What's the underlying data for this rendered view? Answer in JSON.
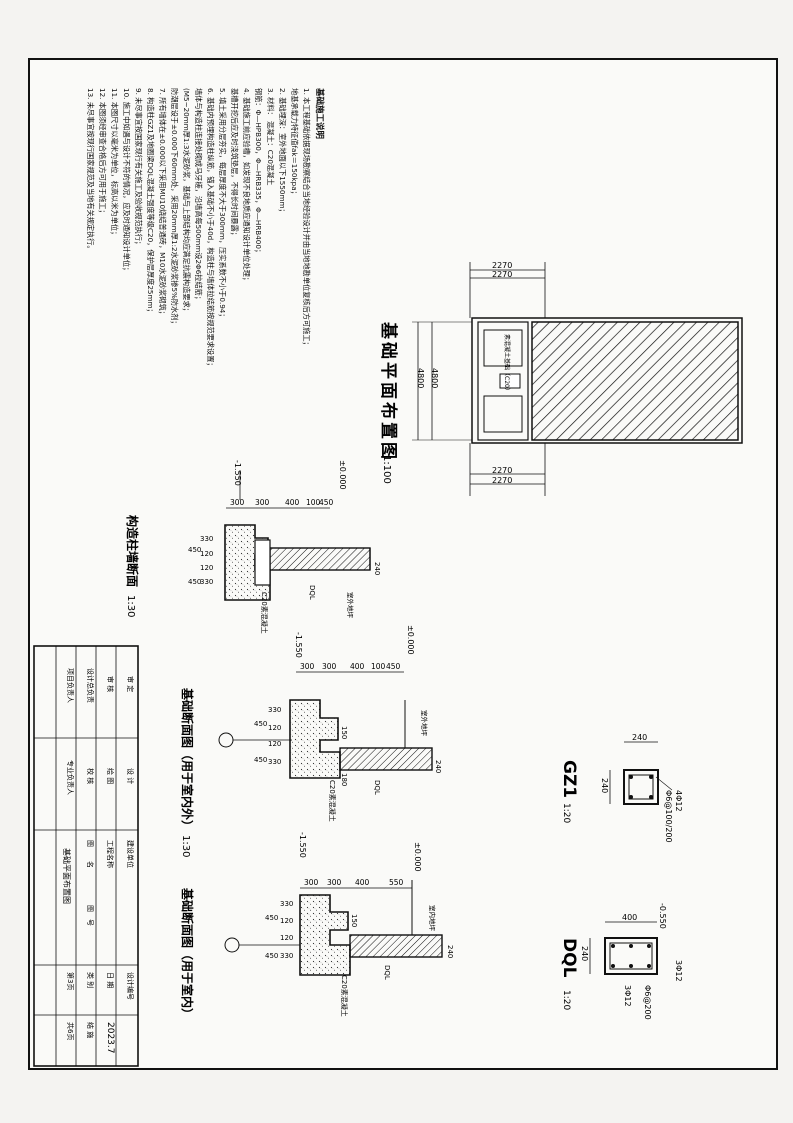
{
  "notes": {
    "title": "基础施工说明",
    "lines": [
      "1.  本工程基础依据现场勘察结合当地经验设计并由当地地勘单位复核后方可施工；",
      "    地基承载力特征值fak＝150kpa；",
      "2.  基础埋深：室外地面以下1550mm；",
      "3.  材料：  混凝土：C20混凝土",
      "           钢筋：Φ—HPB300，Φ—HRB335，Φ—HRB400；",
      "4. 基础施工前应验槽，如发现不良地质应通知设计单位处理；",
      "   基槽开挖后应及时浇筑垫层，不得长时间暴露；",
      "5. 填土采用分层夯实，每层厚度不大于300mm，压实系数不小于0.94；",
      "6. 基础内预埋构造柱纵筋，锚入基础不小于40d，构造柱与墙体拉结筋按规范要求设置；",
      "   墙体与构造柱连接处砌成马牙槎，沿墙高每500mm设2Φ6拉结筋；",
      "   (M5~20mm厚1:3水泥砂浆，基础与上部结构均应满足抗震构造要求；",
      "   防潮层设于±0.000下60mm处，采用20mm厚1:2水泥砂浆掺5%防水剂；",
      "7. 所有墙体在±0.000以下采用MU10烧结普通砖，M10水泥砂浆砌筑；",
      "8. 构造柱GZ1及地圈梁DQL混凝土强度等级C20，保护层厚度25mm；",
      "9. 未尽事宜按国家现行有关施工及验收规范执行；",
      "10. 施工中如遇与设计不符的情况，应及时通知设计单位；",
      "11. 本图尺寸以毫米为单位，标高以米为单位；",
      "12. 本图须经审查合格后方可用于施工；",
      "13. 未尽事宜按现行国家规范及当地有关规定执行。"
    ]
  },
  "plan": {
    "title": "基础平面布置图",
    "scale": "1:100",
    "dim_total": "4800",
    "dim_total_2": "4800",
    "dim_a": "2270",
    "dim_b": "2270",
    "dim_c": "2270",
    "dim_d": "2270",
    "label": "素混凝土基础（C20）"
  },
  "gz1": {
    "title": "GZ1",
    "scale": "1:20",
    "dim_w": "240",
    "dim_h": "240",
    "rebar_main": "4Φ12",
    "rebar_stirrup": "Φ6@100/200"
  },
  "dql": {
    "title": "DQL",
    "scale": "1:20",
    "dim_w": "400",
    "dim_h": "240",
    "elev": "-0.550",
    "rebar_top": "3Φ12",
    "rebar_bot": "3Φ12",
    "rebar_stirrup": "Φ6@200"
  },
  "sec_col": {
    "title": "构造柱墙断面",
    "scale": "1:30"
  },
  "sec_outer": {
    "title": "基础断面图（用于室内外）",
    "scale": "1:30"
  },
  "sec_inner": {
    "title": "基础断面图（用于室内）",
    "scale": ""
  },
  "sections": {
    "elev_top": "±0.000",
    "elev_bot": "-1.550",
    "dims_a": [
      "300",
      "300",
      "400",
      "100",
      "450"
    ],
    "dims_b": [
      "300",
      "300",
      "400",
      "550"
    ],
    "dims_v1": [
      "330",
      "120",
      "120",
      "330"
    ],
    "dims_v2": [
      "450",
      "450"
    ],
    "dim_150": "150",
    "dim_180": "180",
    "dim_240": "240",
    "dql_label": "DQL",
    "c20": "C20素混凝土",
    "fill_out": "室外地坪",
    "fill_in": "室内地坪"
  },
  "title_block": {
    "c1": [
      "审 定",
      "审 核",
      "设计总负责",
      "项目负责人"
    ],
    "c2": [
      "设 计",
      "绘 图",
      "校 核",
      "专业负责人"
    ],
    "c3": [
      "建设单位",
      "工程名称",
      "图　　名"
    ],
    "drawing_name": "基础平面布置图",
    "c5": [
      "设计编号",
      "日 期",
      "类 别",
      "第3页"
    ],
    "c6": [
      "2023.7",
      "结 施",
      "共6页"
    ],
    "sub": "图　号"
  }
}
